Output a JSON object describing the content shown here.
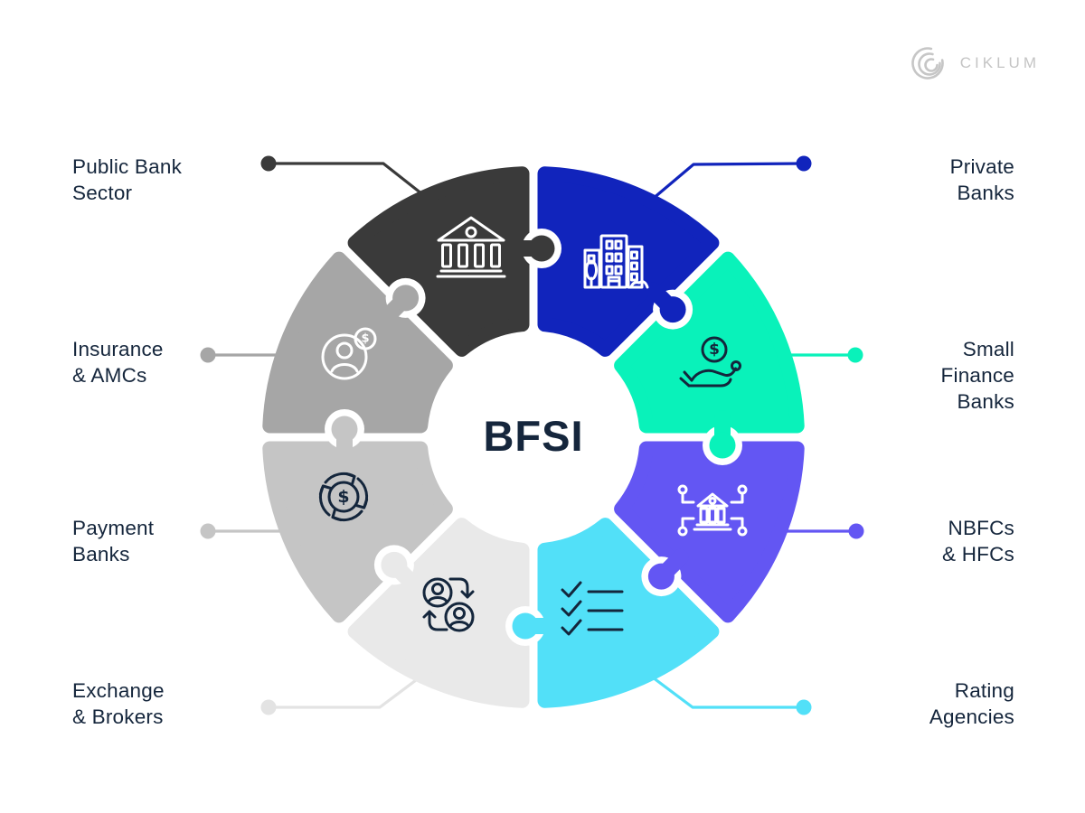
{
  "brand": {
    "name": "CIKLUM",
    "logo_icon": "ciklum-arcs-icon",
    "color": "#C6C6C6"
  },
  "center_title": "BFSI",
  "colors": {
    "background": "#FFFFFF",
    "text": "#15263C"
  },
  "segments": [
    {
      "id": "private-banks",
      "label_lines": [
        "Private",
        "Banks"
      ],
      "color": "#1124BC",
      "icon": "office-buildings-icon",
      "icon_color": "#FFFFFF"
    },
    {
      "id": "small-finance-banks",
      "label_lines": [
        "Small",
        "Finance",
        "Banks"
      ],
      "color": "#09F2BA",
      "icon": "hand-coin-icon",
      "icon_color": "#14263C"
    },
    {
      "id": "nbfcs-hfcs",
      "label_lines": [
        "NBFCs",
        "& HFCs"
      ],
      "color": "#6356F3",
      "icon": "bank-network-icon",
      "icon_color": "#FFFFFF"
    },
    {
      "id": "rating-agencies",
      "label_lines": [
        "Rating",
        "Agencies"
      ],
      "color": "#52E0F8",
      "icon": "checklist-icon",
      "icon_color": "#14263C"
    },
    {
      "id": "exchange-brokers",
      "label_lines": [
        "Exchange",
        "& Brokers"
      ],
      "color": "#E9E9E9",
      "icon": "user-exchange-icon",
      "icon_color": "#14263C",
      "line_color": "#E3E3E3"
    },
    {
      "id": "payment-banks",
      "label_lines": [
        "Payment",
        "Banks"
      ],
      "color": "#C5C5C5",
      "icon": "coin-cycle-icon",
      "icon_color": "#14263C"
    },
    {
      "id": "insurance-amcs",
      "label_lines": [
        "Insurance",
        "& AMCs"
      ],
      "color": "#A6A6A6",
      "icon": "user-coin-icon",
      "icon_color": "#FFFFFF"
    },
    {
      "id": "public-bank-sector",
      "label_lines": [
        "Public Bank",
        "Sector"
      ],
      "color": "#3A3A3A",
      "icon": "bank-classic-icon",
      "icon_color": "#FFFFFF"
    }
  ]
}
